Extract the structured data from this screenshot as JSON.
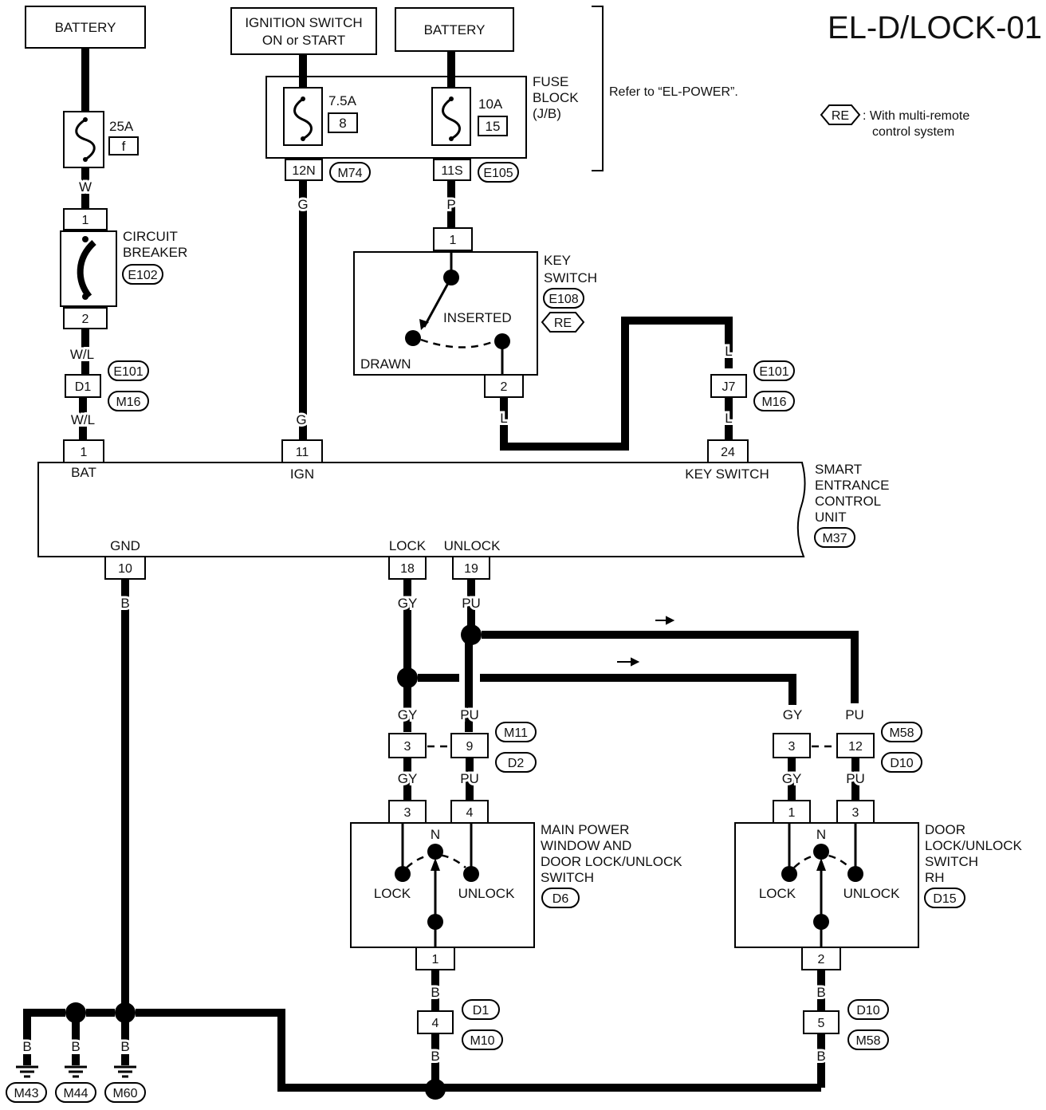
{
  "title": "EL-D/LOCK-01",
  "header": {
    "battery_left": "BATTERY",
    "ignition_line1": "IGNITION SWITCH",
    "ignition_line2": "ON or START",
    "battery_right": "BATTERY",
    "refer": "Refer to “EL-POWER”."
  },
  "legend": {
    "badge": "RE",
    "line1": ": With multi-remote",
    "line2": "control system"
  },
  "fuses": {
    "f25_amp": "25A",
    "f25_no": "f",
    "f75_amp": "7.5A",
    "f75_no": "8",
    "f10_amp": "10A",
    "f10_no": "15",
    "block_l1": "FUSE",
    "block_l2": "BLOCK",
    "block_l3": "(J/B)",
    "conn_12n": "12N",
    "conn_m74": "M74",
    "conn_11s": "11S",
    "conn_e105": "E105"
  },
  "breaker": {
    "l1": "CIRCUIT",
    "l2": "BREAKER",
    "conn": "E102",
    "pin_top": "1",
    "pin_bot": "2"
  },
  "key_switch": {
    "l1": "KEY",
    "l2": "SWITCH",
    "conn": "E108",
    "badge": "RE",
    "inserted": "INSERTED",
    "drawn": "DRAWN",
    "pin_top": "1",
    "pin_bot": "2"
  },
  "wires": {
    "w": "W",
    "wl1": "W/L",
    "wl2": "W/L",
    "g1": "G",
    "g2": "G",
    "p": "P",
    "l1": "L",
    "l2": "L",
    "l3": "L",
    "b_gnd": "B",
    "gy1": "GY",
    "pu1": "PU",
    "gy2": "GY",
    "pu2": "PU",
    "gy3": "GY",
    "pu3": "PU",
    "gy4": "GY",
    "pu4": "PU",
    "gy5": "GY",
    "pu5": "PU",
    "b1": "B",
    "b2": "B",
    "b3": "B",
    "b4": "B",
    "bg1": "B",
    "bg2": "B",
    "bg3": "B"
  },
  "joints": {
    "d1": "D1",
    "e101": "E101",
    "m16": "M16",
    "j7": "J7",
    "e101b": "E101",
    "m16b": "M16"
  },
  "ecu": {
    "l1": "SMART",
    "l2": "ENTRANCE",
    "l3": "CONTROL",
    "l4": "UNIT",
    "conn": "M37",
    "pin_bat": "1",
    "bat": "BAT",
    "pin_ign": "11",
    "ign": "IGN",
    "pin_key": "24",
    "key": "KEY SWITCH",
    "pin_gnd": "10",
    "gnd": "GND",
    "pin_lock": "18",
    "lock": "LOCK",
    "pin_unlock": "19",
    "unlock": "UNLOCK"
  },
  "conn_left": {
    "pin_a": "3",
    "pin_b": "9",
    "c1": "M11",
    "c2": "D2"
  },
  "conn_right": {
    "pin_a": "3",
    "pin_b": "12",
    "c1": "M58",
    "c2": "D10"
  },
  "main_switch": {
    "l1": "MAIN POWER",
    "l2": "WINDOW AND",
    "l3": "DOOR LOCK/UNLOCK",
    "l4": "SWITCH",
    "conn": "D6",
    "pin_a": "3",
    "pin_b": "4",
    "pin_c": "1",
    "n": "N",
    "lock": "LOCK",
    "unlock": "UNLOCK"
  },
  "rh_switch": {
    "l1": "DOOR",
    "l2": "LOCK/UNLOCK",
    "l3": "SWITCH",
    "l4": "RH",
    "conn": "D15",
    "pin_a": "1",
    "pin_b": "3",
    "pin_c": "2",
    "n": "N",
    "lock": "LOCK",
    "unlock": "UNLOCK"
  },
  "bottom": {
    "pin_l": "4",
    "c_l1": "D1",
    "c_l2": "M10",
    "pin_r": "5",
    "c_r1": "D10",
    "c_r2": "M58"
  },
  "grounds": {
    "g1": "M43",
    "g2": "M44",
    "g3": "M60"
  }
}
